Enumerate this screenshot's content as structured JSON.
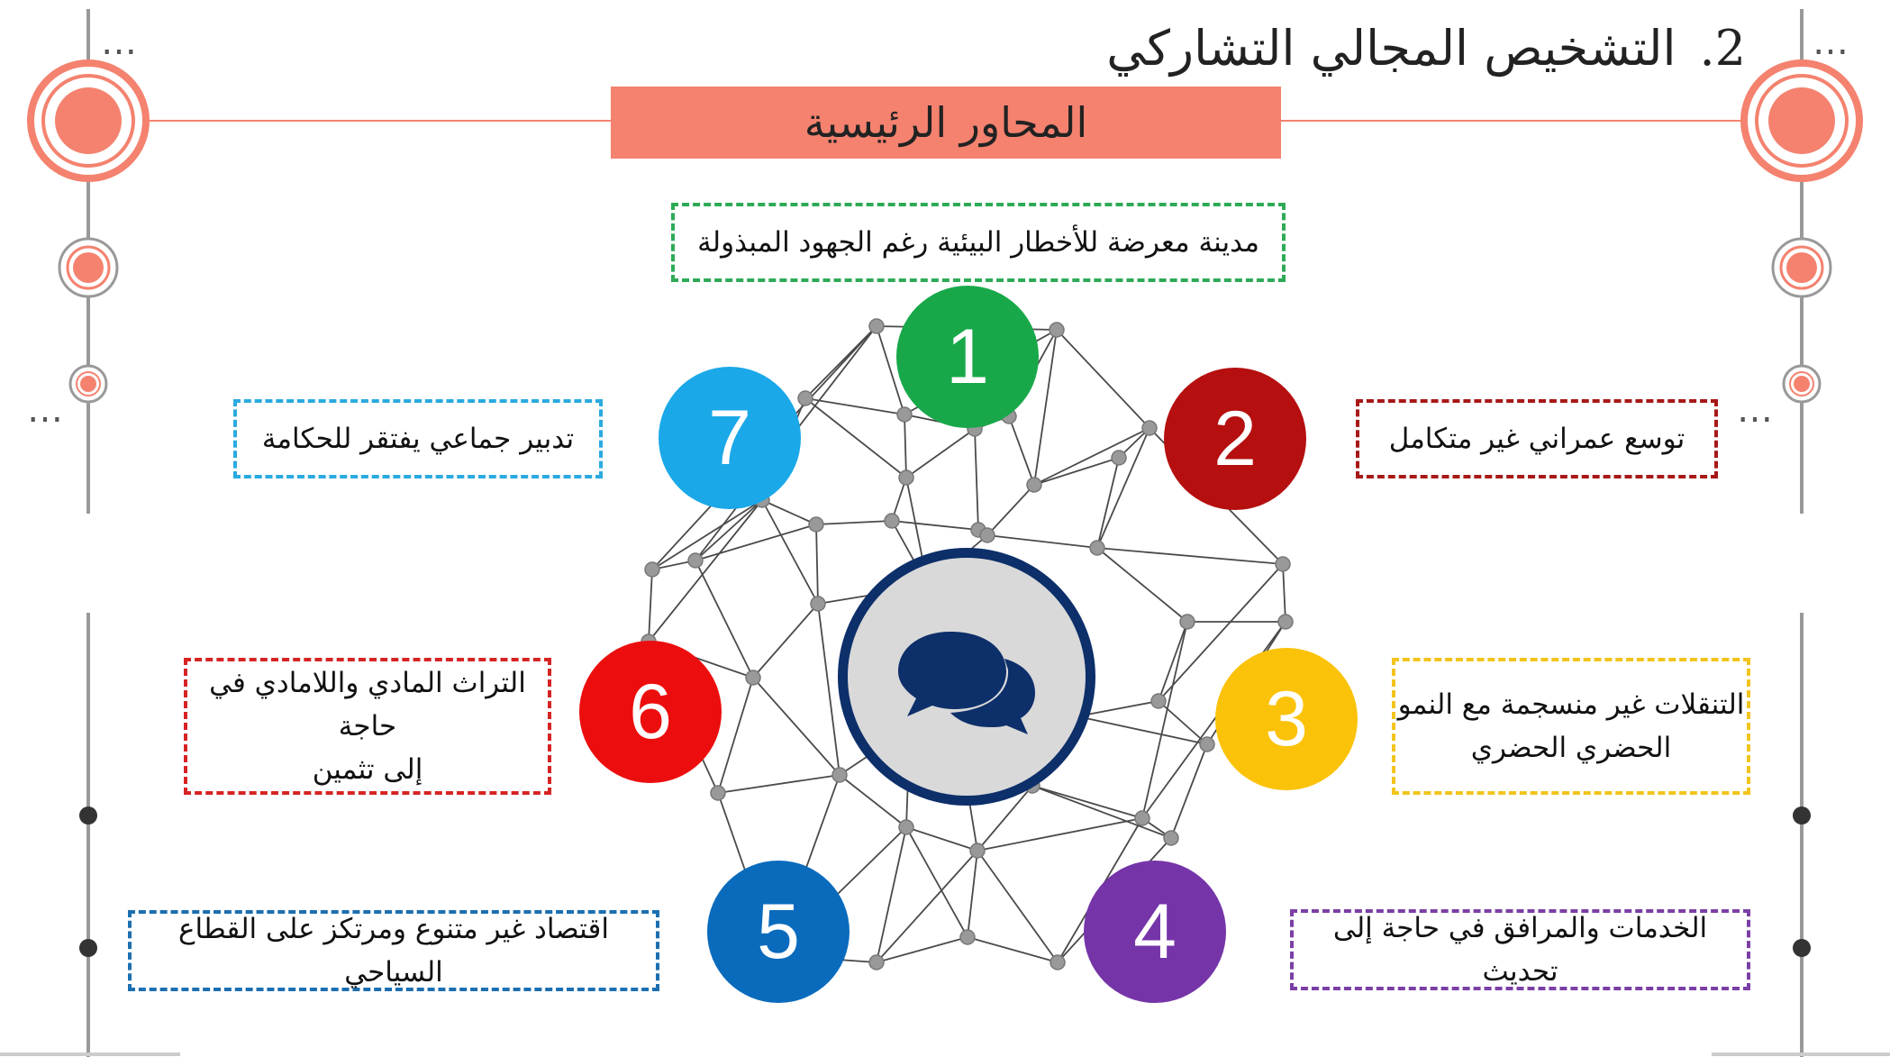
{
  "header": {
    "number": "2.",
    "title": "التشخيص المجالي التشاركي",
    "banner": "المحاور الرئيسية"
  },
  "hub": {
    "icon": "speech-bubbles-icon"
  },
  "axes": [
    {
      "num": "1",
      "color": "#18a84a",
      "lines": [
        "مدينة معرضة للأخطار البيئية رغم الجهود المبذولة"
      ],
      "box_color": "#2eaa57"
    },
    {
      "num": "2",
      "color": "#b50f0f",
      "lines": [
        "توسع عمراني غير متكامل"
      ],
      "box_color": "#a81818"
    },
    {
      "num": "3",
      "color": "#fbc20a",
      "lines": [
        "التنقلات غير منسجمة مع النمو",
        "الحضري الحضري"
      ],
      "box_color": "#f2c41d"
    },
    {
      "num": "4",
      "color": "#7535a8",
      "lines": [
        "الخدمات والمرافق في حاجة إلى تحديث"
      ],
      "box_color": "#7b3fa5"
    },
    {
      "num": "5",
      "color": "#0a6bbd",
      "lines": [
        "اقتصاد غير متنوع ومرتكز على القطاع السياحي"
      ],
      "box_color": "#1c6fb0"
    },
    {
      "num": "6",
      "color": "#ec0e0e",
      "lines": [
        "التراث المادي واللامادي في حاجة",
        "إلى تثمين"
      ],
      "box_color": "#d62424"
    },
    {
      "num": "7",
      "color": "#1aa8e8",
      "lines": [
        "تدبير جماعي يفتقر للحكامة"
      ],
      "box_color": "#2aaae0"
    }
  ],
  "decor": {
    "ellipsis": "…",
    "accent": "#f4826f"
  }
}
